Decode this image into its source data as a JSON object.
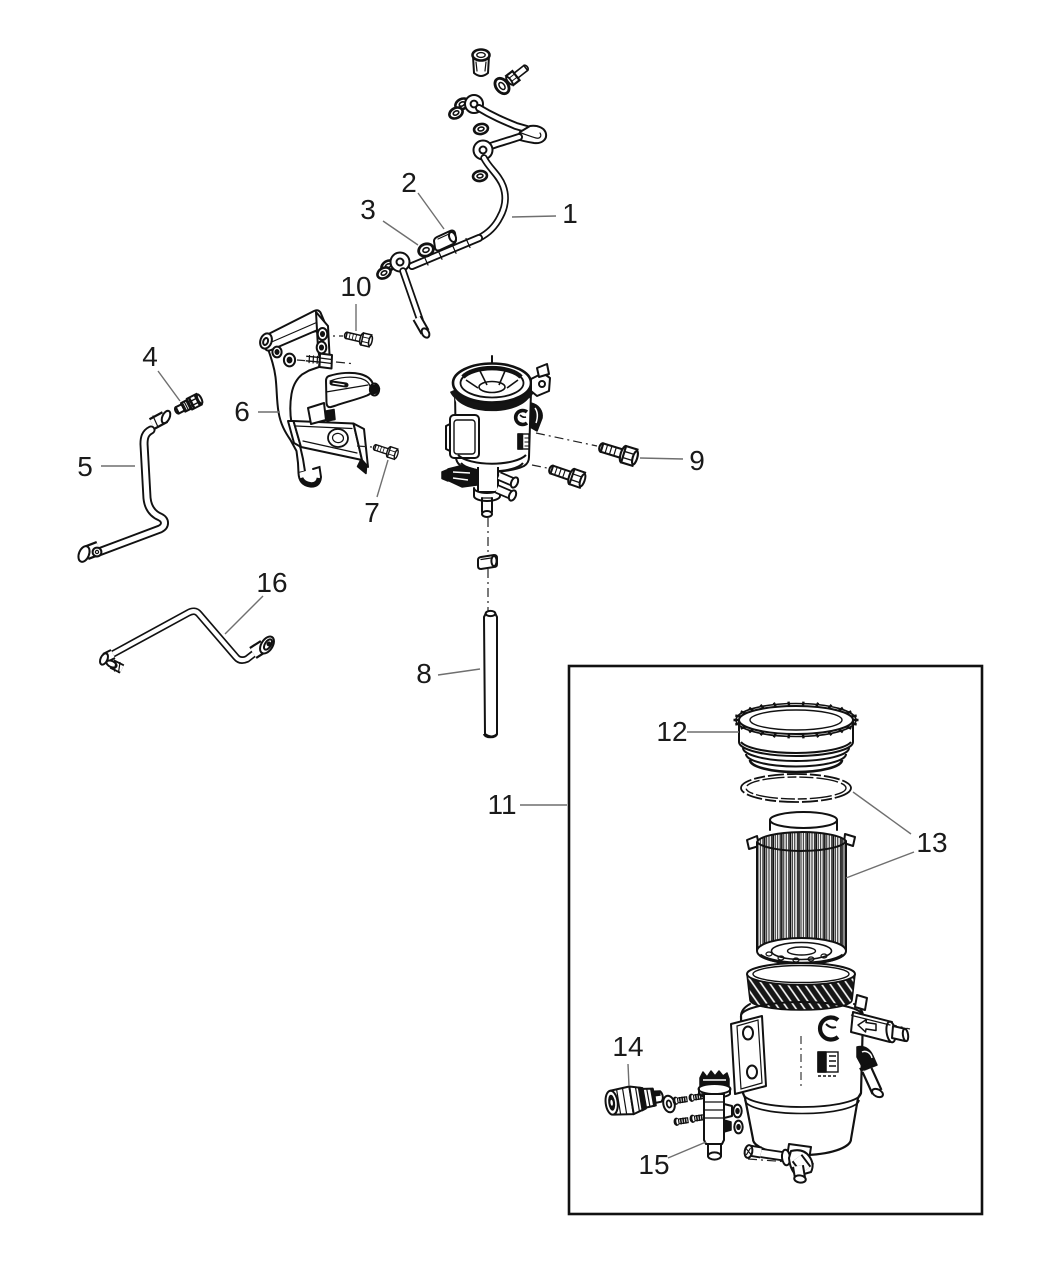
{
  "figure": {
    "type": "exploded-parts-diagram",
    "subject": "Fuel filter and water separator assembly",
    "background_color": "#ffffff",
    "line_color": "#111111",
    "leader_line_color": "#6f6f6f"
  },
  "callouts": [
    {
      "label": "1",
      "target": "fuel-supply-tube-assembly"
    },
    {
      "label": "2",
      "target": "retainer-clip"
    },
    {
      "label": "3",
      "target": "seal-washer"
    },
    {
      "label": "4",
      "target": "connector-fitting"
    },
    {
      "label": "5",
      "target": "fuel-drain-tube"
    },
    {
      "label": "6",
      "target": "mounting-bracket"
    },
    {
      "label": "7",
      "target": "hex-bolt-lower"
    },
    {
      "label": "8",
      "target": "drain-tube"
    },
    {
      "label": "9",
      "target": "hex-bolts-filter-head"
    },
    {
      "label": "10",
      "target": "hex-bolt-upper"
    },
    {
      "label": "11",
      "target": "fuel-filter-assembly-box"
    },
    {
      "label": "12",
      "target": "filter-cap"
    },
    {
      "label": "13",
      "target": "o-ring-and-filter-element"
    },
    {
      "label": "14",
      "target": "water-in-fuel-sensor"
    },
    {
      "label": "15",
      "target": "drain-valve"
    },
    {
      "label": "16",
      "target": "fuel-return-tube"
    }
  ]
}
